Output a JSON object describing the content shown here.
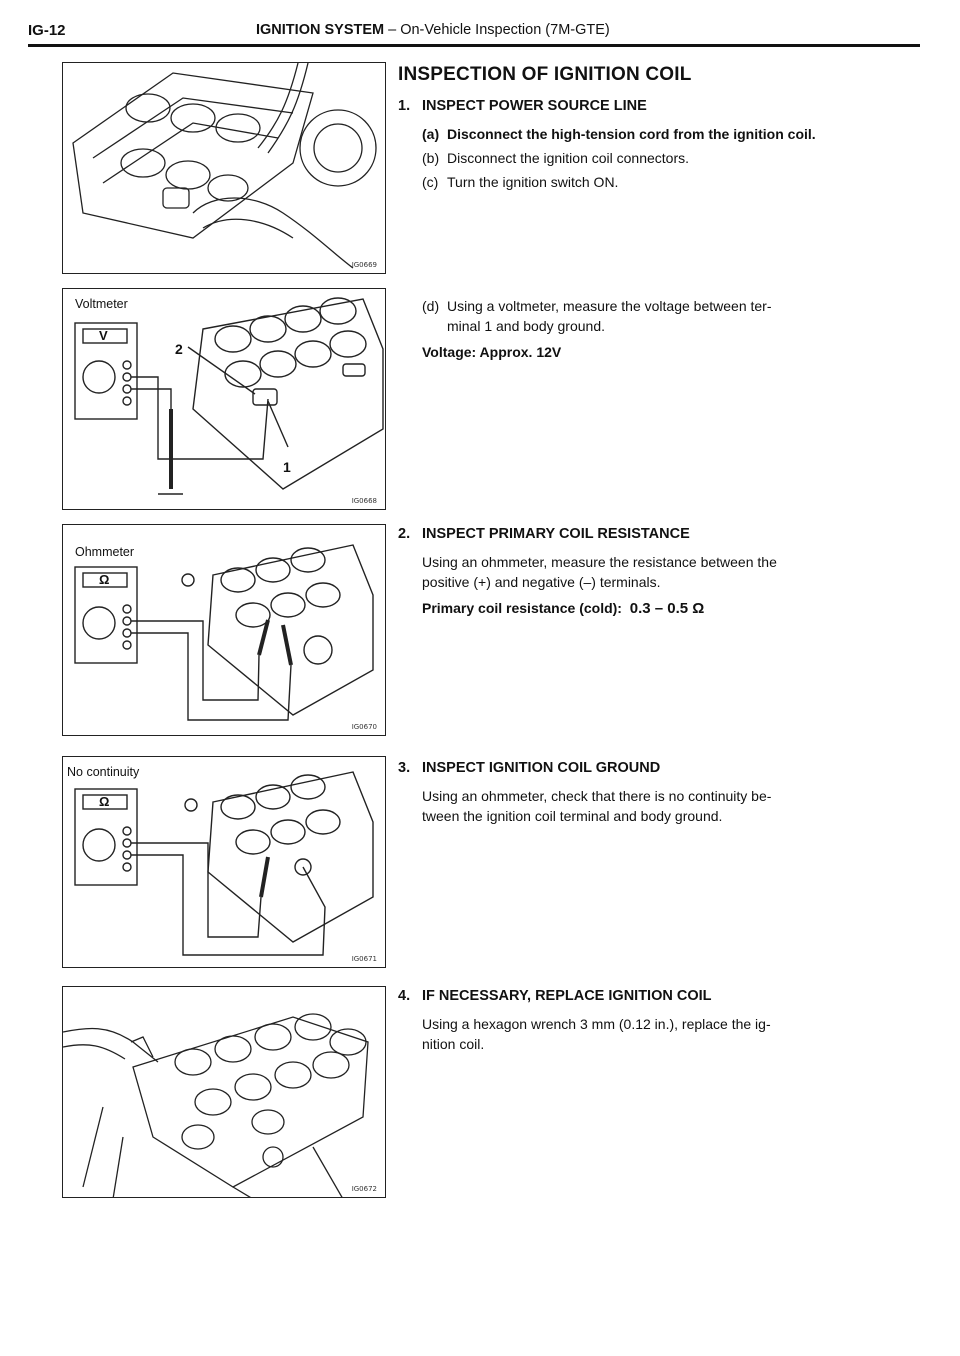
{
  "header": {
    "page_code": "IG-12",
    "section_main": "IGNITION SYSTEM",
    "section_sub": " – On-Vehicle Inspection (7M-GTE)"
  },
  "page_heading": "INSPECTION OF IGNITION COIL",
  "figures": [
    {
      "id": "IG0669",
      "label": ""
    },
    {
      "id": "IG0668",
      "label": "Voltmeter",
      "meter_symbol": "V",
      "terminal_a": "2",
      "terminal_b": "1"
    },
    {
      "id": "IG0670",
      "label": "Ohmmeter",
      "meter_symbol": "Ω"
    },
    {
      "id": "IG0671",
      "label": "No continuity",
      "meter_symbol": "Ω"
    },
    {
      "id": "IG0672",
      "label": ""
    }
  ],
  "steps": [
    {
      "num": "1.",
      "title": "INSPECT POWER SOURCE LINE",
      "subs": [
        {
          "tag": "(a)",
          "text": "Disconnect the high-tension cord from the ignition coil."
        },
        {
          "tag": "(b)",
          "text": "Disconnect the ignition coil connectors."
        },
        {
          "tag": "(c)",
          "text": "Turn the ignition switch ON."
        },
        {
          "tag": "(d)",
          "text_line1": "Using a voltmeter, measure the voltage between ter-",
          "text_line2": "minal 1 and body ground."
        }
      ],
      "spec": "Voltage:   Approx. 12V"
    },
    {
      "num": "2.",
      "title": "INSPECT PRIMARY COIL RESISTANCE",
      "line1": "Using an ohmmeter, measure the resistance between the",
      "line2": "positive (+) and negative (–) terminals.",
      "spec_label": "Primary coil resistance (cold):",
      "spec_value": "0.3 – 0.5 Ω"
    },
    {
      "num": "3.",
      "title": "INSPECT IGNITION COIL GROUND",
      "line1": "Using an ohmmeter, check that there is no continuity be-",
      "line2": "tween the ignition coil terminal and body ground."
    },
    {
      "num": "4.",
      "title": "IF NECESSARY, REPLACE IGNITION COIL",
      "line1": "Using a hexagon wrench 3 mm (0.12 in.), replace the ig-",
      "line2": "nition coil."
    }
  ]
}
